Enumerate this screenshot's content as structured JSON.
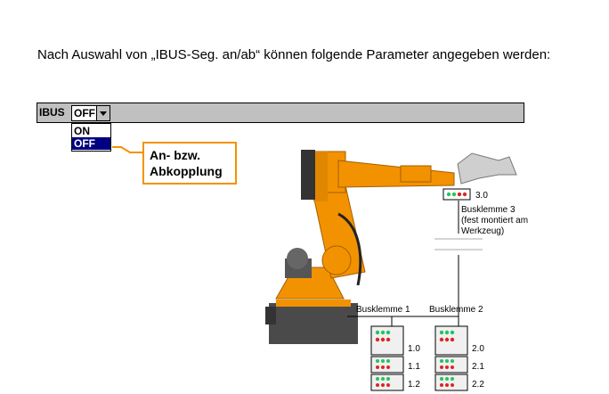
{
  "intro_text": "Nach Auswahl von „IBUS-Seg. an/ab“ können folgende Parameter angegeben werden:",
  "toolbar": {
    "label": "IBUS",
    "selected": "OFF"
  },
  "dropdown": {
    "options": [
      "ON",
      "OFF"
    ],
    "highlighted": "OFF"
  },
  "callout": {
    "text": "An- bzw. Abkopplung"
  },
  "diagram": {
    "bus3_id": "3.0",
    "bus3_name": "Busklemme 3",
    "bus3_note_line1": "(fest montiert am",
    "bus3_note_line2": "Werkzeug)",
    "bus1_name": "Busklemme 1",
    "bus2_name": "Busklemme 2",
    "bus1_modules": [
      "1.0",
      "1.1",
      "1.2"
    ],
    "bus2_modules": [
      "2.0",
      "2.1",
      "2.2"
    ]
  },
  "colors": {
    "callout_border": "#f39200",
    "robot": "#f39200",
    "highlight": "#000080"
  }
}
